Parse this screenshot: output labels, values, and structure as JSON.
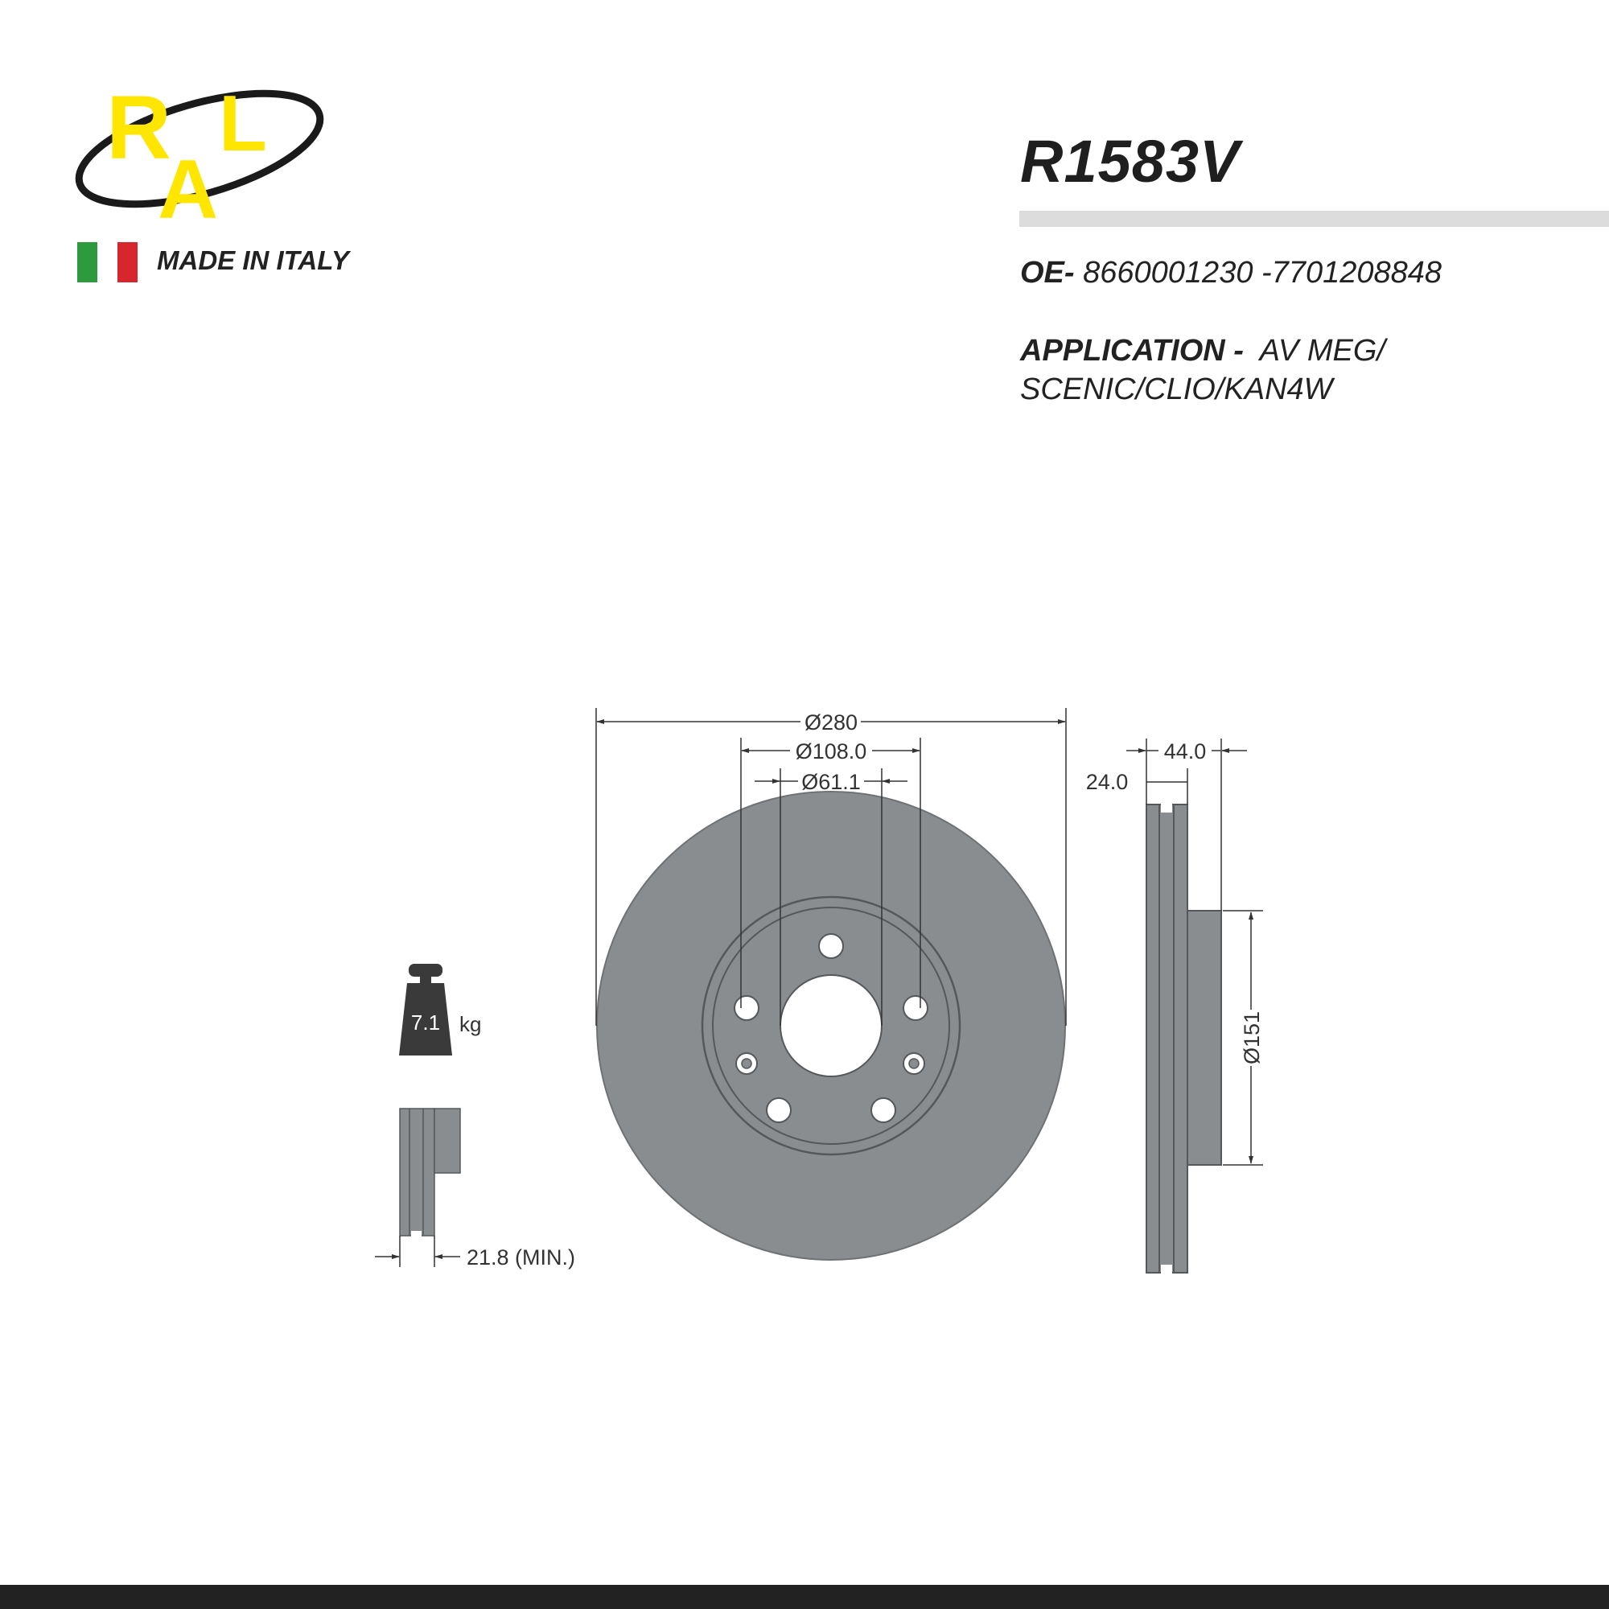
{
  "brand": {
    "logo_text": "RLA",
    "made_in": "MADE IN ITALY",
    "colors": {
      "logo_yellow": "#FFE600",
      "flag_green": "#2E9A3E",
      "flag_red": "#D7262E"
    }
  },
  "product": {
    "code": "R1583V",
    "oe_label": "OE-",
    "oe_numbers": "8660001230 -7701208848",
    "application_label": "APPLICATION -",
    "application_line1": "AV MEG/",
    "application_line2": "SCENIC/CLIO/KAN4W"
  },
  "drawing": {
    "dims": {
      "outer_diameter": "Ø280",
      "bolt_circle": "Ø108.0",
      "center_bore": "Ø61.1",
      "thickness": "24.0",
      "height": "44.0",
      "hub_diameter": "Ø151",
      "min_thickness": "21.8 (MIN.)"
    },
    "weight_value": "7.1",
    "weight_unit": "kg",
    "disc_color": "#8A8D90"
  }
}
